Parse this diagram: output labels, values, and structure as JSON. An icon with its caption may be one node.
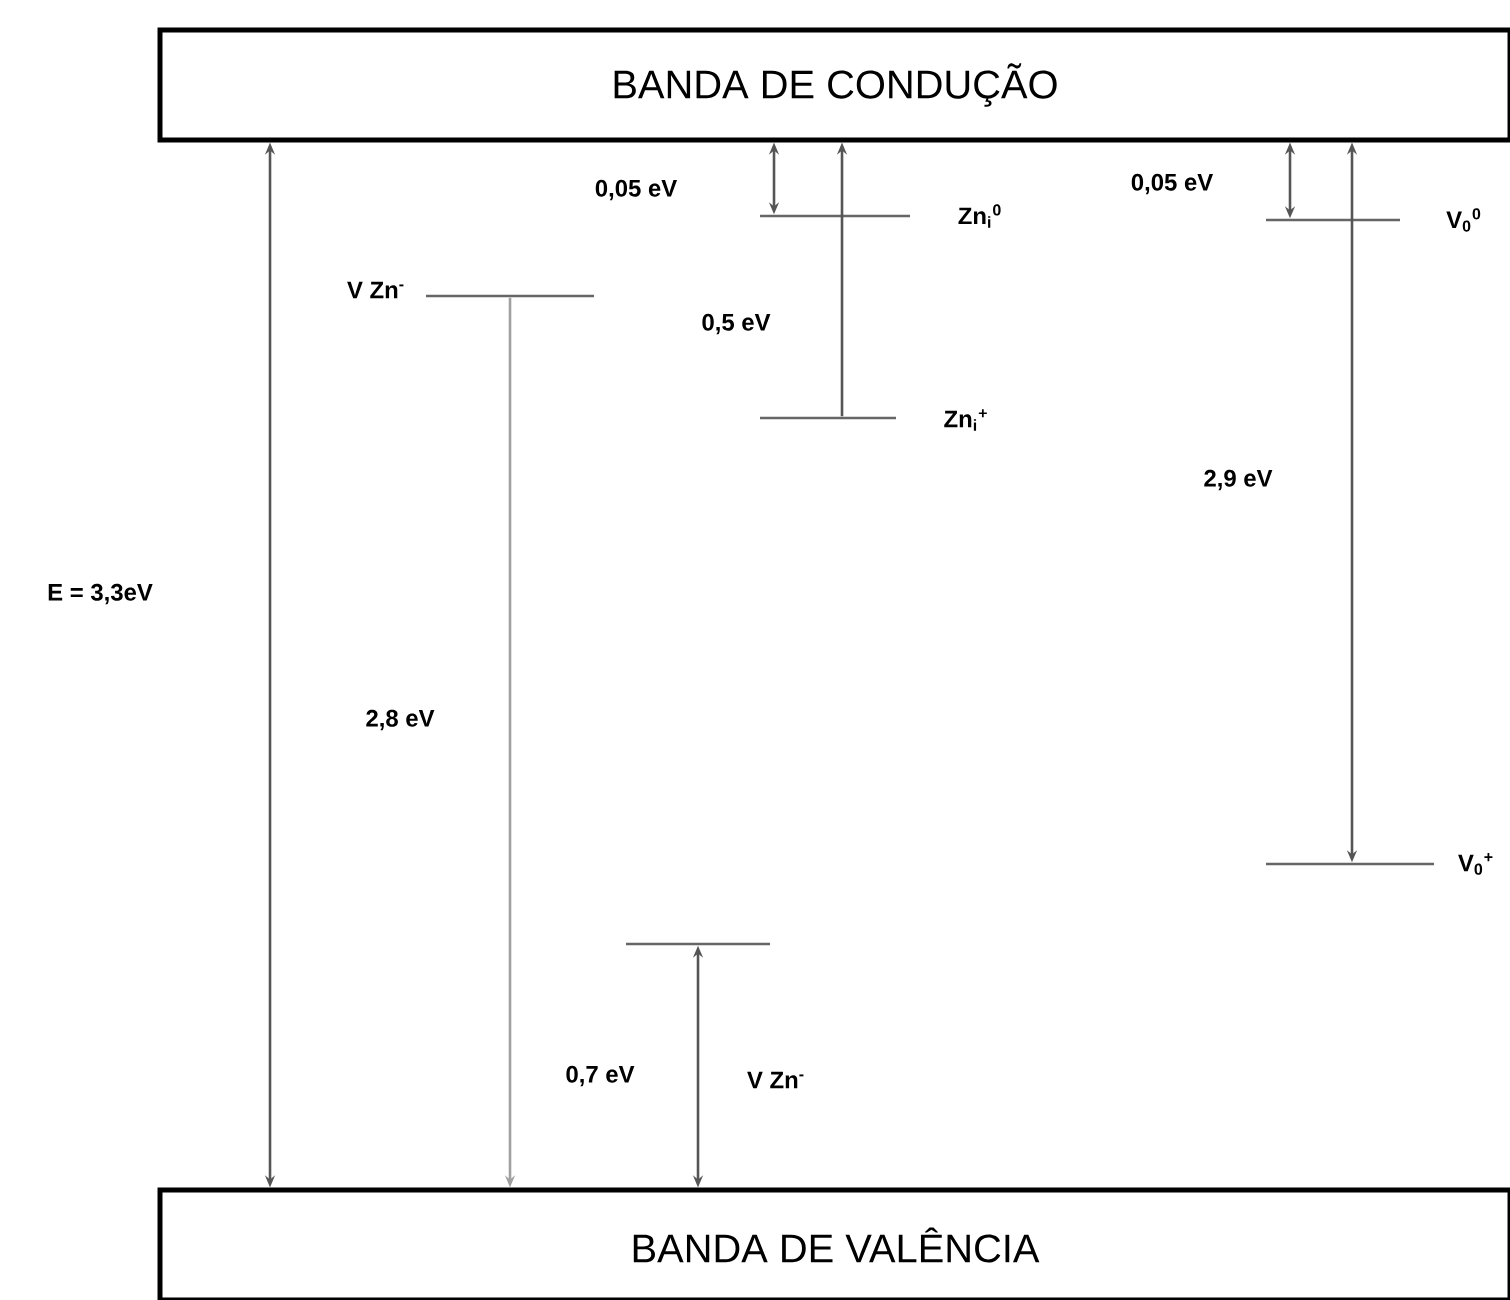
{
  "diagram": {
    "nodes": [
      {
        "text": [
          "BANDA DE CONDUÇÃO"
        ]
      },
      {
        "text": [
          "BANDA DE VALÊNCIA"
        ]
      },
      {
        "text": [],
        "shape": "bar",
        "beside": [
          "V Zn$^{-}$"
        ]
      },
      {
        "text": [],
        "shape": "bar",
        "beside": [
          "Zn$_{i}$$^{0}$"
        ]
      },
      {
        "text": [],
        "shape": "bar",
        "beside": [
          "Zn$_{i}$$^{+}$"
        ]
      },
      {
        "text": [],
        "shape": "bar",
        "beside": [
          "V$_{0}$$^{0}$"
        ]
      },
      {
        "text": [],
        "shape": "bar",
        "beside": [
          "V$_{0}$$^{+}$"
        ]
      },
      {
        "text": [],
        "shape": "bar"
      }
    ],
    "labels": [
      "V Zn$^{-}$"
    ],
    "edges": [
      {
        "from": 0,
        "to": 1,
        "arrow": "both",
        "label": "E = 3,3eV"
      },
      {
        "from": 2,
        "to": 1,
        "arrow": "to",
        "label": "2,8 eV",
        "color": "#a0a0a0"
      },
      {
        "from": 1,
        "to": 7,
        "arrow": "both",
        "label": "0,7 eV"
      },
      {
        "from": 0,
        "to": 3,
        "arrow": "both",
        "label": "0,05 eV"
      },
      {
        "from": 4,
        "to": 0,
        "arrow": "to",
        "label": "0,5 eV"
      },
      {
        "from": 0,
        "to": 5,
        "arrow": "both",
        "label": "0,05 eV"
      },
      {
        "from": 0,
        "to": 6,
        "arrow": "both",
        "label": "2,9 eV"
      }
    ]
  }
}
